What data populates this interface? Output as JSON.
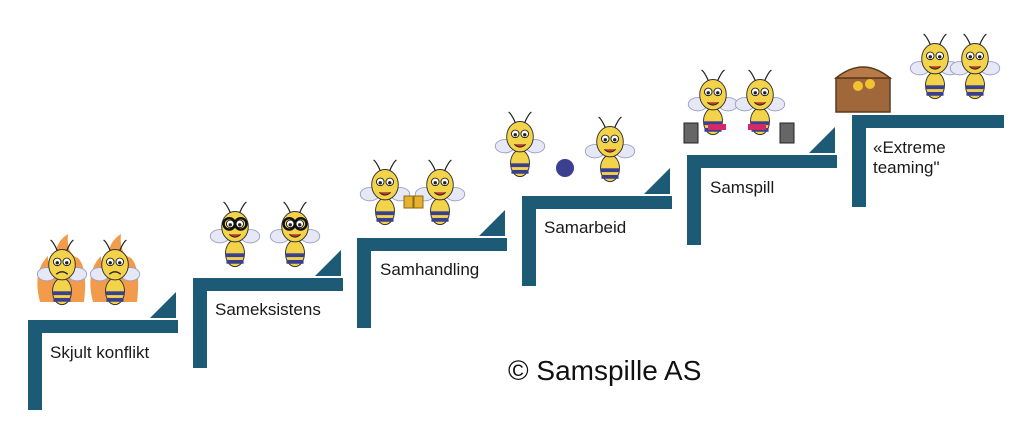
{
  "colors": {
    "stair": "#1d5a76",
    "bee_body": "#f3d34a",
    "bee_stripe": "#3a3f8f",
    "fire": "#f08a2a",
    "wing": "#e6e8f5"
  },
  "steps": [
    {
      "label": "Skjult konflikt",
      "bees": "angry-bees-in-fire"
    },
    {
      "label": "Sameksistens",
      "bees": "bees-with-binoculars"
    },
    {
      "label": "Samhandling",
      "bees": "bees-toasting"
    },
    {
      "label": "Samarbeid",
      "bees": "bees-fist-bump"
    },
    {
      "label": "Samspill",
      "bees": "bees-playing-guitar"
    },
    {
      "label": "«Extreme\nteaming\"",
      "bees": "bees-treasure-chest"
    }
  ],
  "copyright": "© Samspille AS"
}
